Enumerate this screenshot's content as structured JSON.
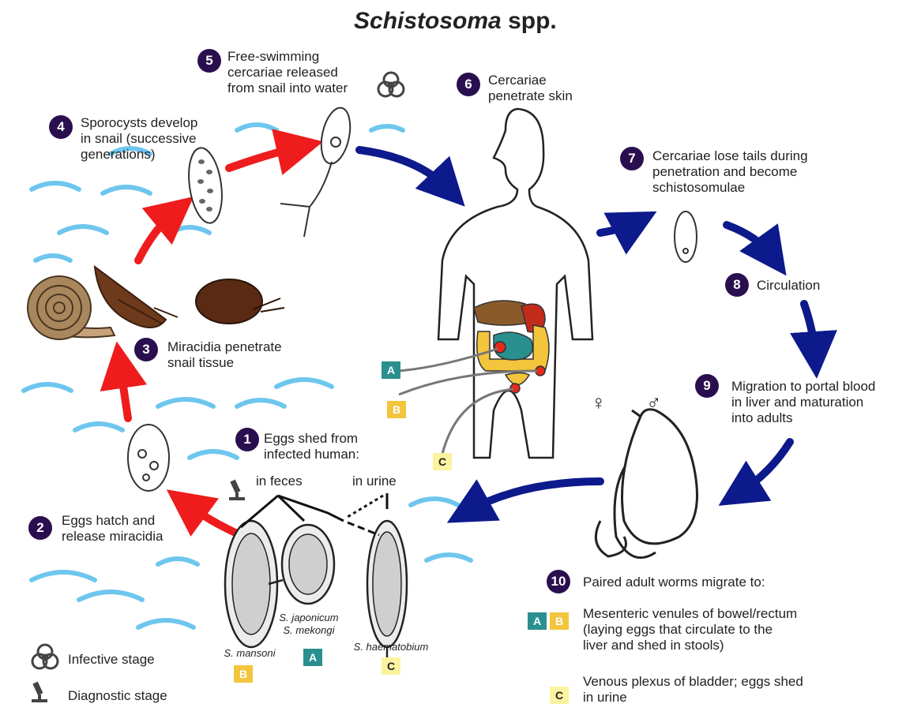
{
  "title": {
    "genus": "Schistosoma",
    "suffix": "spp."
  },
  "steps": [
    {
      "n": "1",
      "lines": [
        "Eggs shed from",
        "infected human:"
      ]
    },
    {
      "n": "2",
      "lines": [
        "Eggs hatch and",
        "release miracidia"
      ]
    },
    {
      "n": "3",
      "lines": [
        "Miracidia penetrate",
        "snail tissue"
      ]
    },
    {
      "n": "4",
      "lines": [
        "Sporocysts develop",
        "in snail (successive",
        "generations)"
      ]
    },
    {
      "n": "5",
      "lines": [
        "Free-swimming",
        "cercariae released",
        "from snail into water"
      ]
    },
    {
      "n": "6",
      "lines": [
        "Cercariae",
        "penetrate skin"
      ]
    },
    {
      "n": "7",
      "lines": [
        "Cercariae lose tails during",
        "penetration and become",
        "schistosomulae"
      ]
    },
    {
      "n": "8",
      "lines": [
        "Circulation"
      ]
    },
    {
      "n": "9",
      "lines": [
        "Migration to portal blood",
        "in liver and maturation",
        "into adults"
      ]
    },
    {
      "n": "10",
      "lines": [
        "Paired adult worms migrate to:"
      ]
    }
  ],
  "egg_routes": {
    "feces": "in feces",
    "urine": "in urine"
  },
  "species": {
    "mansoni": "S. mansoni",
    "japonicum": "S. japonicum",
    "mekongi": "S. mekongi",
    "haematobium": "S. haematobium"
  },
  "site_labels": {
    "a": "A",
    "b": "B",
    "c": "C"
  },
  "sites": {
    "ab": [
      "Mesenteric venules of bowel/rectum",
      "(laying eggs that circulate to the",
      "liver and shed in stools)"
    ],
    "c": [
      "Venous plexus of bladder; eggs shed",
      "in urine"
    ]
  },
  "sex_symbols": {
    "female": "♀",
    "male": "♂"
  },
  "legend": {
    "infective": "Infective stage",
    "diagnostic": "Diagnostic stage"
  },
  "colors": {
    "human_arrow": "#0d1a8c",
    "snail_arrow": "#ee1c1c",
    "step_badge": "#2a0f4f",
    "water": "#6ec6ee",
    "site_a": "#2a8f8f",
    "site_b": "#f2c53d",
    "site_c": "#fbf3a0"
  }
}
